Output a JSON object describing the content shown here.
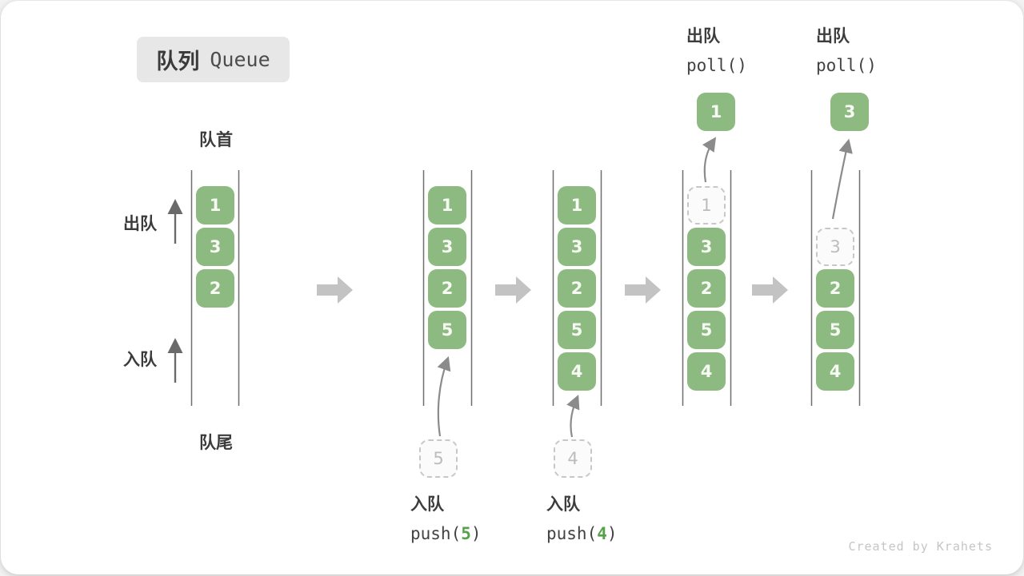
{
  "title": {
    "zh": "队列",
    "en": "Queue"
  },
  "labels": {
    "front": "队首",
    "rear": "队尾",
    "dequeue": "出队",
    "enqueue": "入队"
  },
  "watermark": "Created by Krahets",
  "colors": {
    "box_green": "#8cba80",
    "accent_green": "#55a24b",
    "badge_bg": "#e7e7e7",
    "flow_arrow_gray": "#c3c3c3"
  },
  "columns": [
    {
      "name": "initial-state",
      "boxes": [
        {
          "value": "1"
        },
        {
          "value": "3"
        },
        {
          "value": "2"
        }
      ]
    },
    {
      "name": "after-push-5",
      "boxes": [
        {
          "value": "1"
        },
        {
          "value": "3"
        },
        {
          "value": "2"
        },
        {
          "value": "5"
        }
      ],
      "pending": {
        "value": "5"
      },
      "caption": {
        "action": "入队",
        "code_pre": "push(",
        "code_arg": "5",
        "code_post": ")"
      }
    },
    {
      "name": "after-push-4",
      "boxes": [
        {
          "value": "1"
        },
        {
          "value": "3"
        },
        {
          "value": "2"
        },
        {
          "value": "5"
        },
        {
          "value": "4"
        }
      ],
      "pending": {
        "value": "4"
      },
      "caption": {
        "action": "入队",
        "code_pre": "push(",
        "code_arg": "4",
        "code_post": ")"
      }
    },
    {
      "name": "after-poll-1",
      "header": {
        "action": "出队",
        "code": "poll()"
      },
      "popped": {
        "value": "1"
      },
      "ghost": {
        "value": "1"
      },
      "boxes": [
        {
          "value": "3"
        },
        {
          "value": "2"
        },
        {
          "value": "5"
        },
        {
          "value": "4"
        }
      ]
    },
    {
      "name": "after-poll-3",
      "header": {
        "action": "出队",
        "code": "poll()"
      },
      "popped": {
        "value": "3"
      },
      "ghost": {
        "value": "3"
      },
      "boxes": [
        {
          "value": "2"
        },
        {
          "value": "5"
        },
        {
          "value": "4"
        }
      ]
    }
  ]
}
